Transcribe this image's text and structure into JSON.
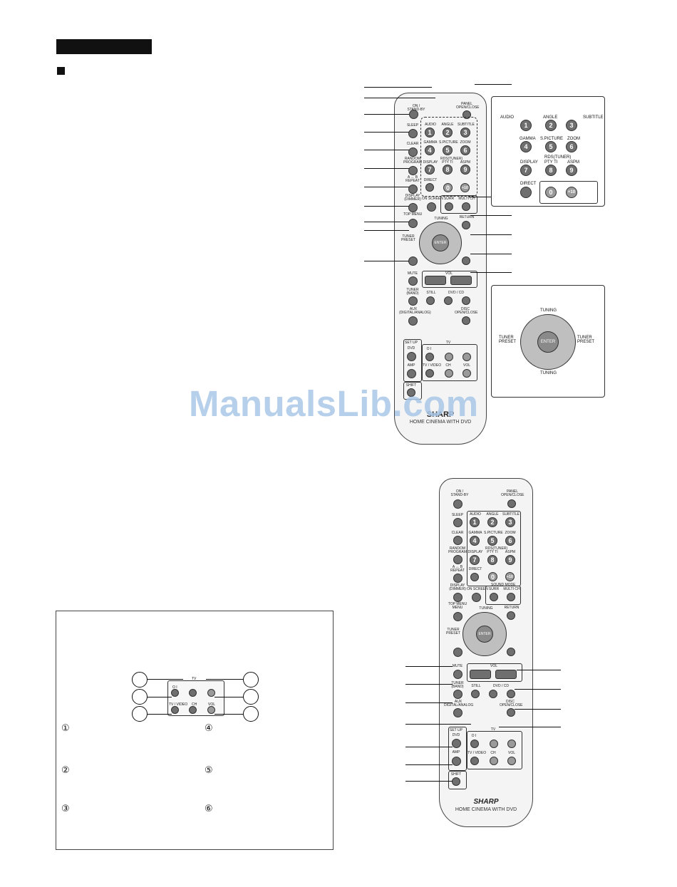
{
  "watermark": "ManualsLib.com",
  "remote_top": {
    "power_label": "ON / STAND-BY",
    "panel_label": "PANEL OPEN/CLOSE",
    "sleep": "SLEEP",
    "clear": "CLEAR",
    "random": "RANDOM PROGRAM",
    "repeat": "A ↔ B REPEAT",
    "display_dimmer": "DISPLAY (DIMMER)",
    "top_menu": "TOP MENU",
    "tuner_preset": "TUNER PRESET",
    "audio": "AUDIO",
    "angle": "ANGLE",
    "subtitle": "SUBTITLE",
    "gamma": "GAMMA",
    "spicture": "S.PICTURE",
    "zoom": "ZOOM",
    "rds": "RDS(TUNER)",
    "display": "DISPLAY",
    "ptyti": "PTY TI",
    "aspm": "ASPM",
    "direct": "DIRECT",
    "on_screen": "ON SCREEN",
    "surr": "SURR",
    "multi": "MULTI CH",
    "return": "RETURN",
    "tuning": "TUNING",
    "enter": "ENTER",
    "mute": "MUTE",
    "vol": "VOL",
    "tuner_band": "TUNER (BAND)",
    "still": "STILL",
    "dvd_cd": "DVD / CD",
    "aux": "AUX (DIGITAL/ANALOG)",
    "disc": "DISC OPEN/CLOSE",
    "setup": "SET UP",
    "dvd": "DVD",
    "amp": "AMP",
    "tv": "TV",
    "oi": "O I",
    "tvvideo": "TV / VIDEO",
    "ch": "CH",
    "shift": "SHIFT",
    "brand": "SHARP",
    "tagline": "HOME CINEMA WITH DVD",
    "nums": [
      "1",
      "2",
      "3",
      "4",
      "5",
      "6",
      "7",
      "8",
      "9",
      "0",
      "+10"
    ]
  },
  "zoom_keys": {
    "audio": "AUDIO",
    "angle": "ANGLE",
    "subtitle": "SUBTITLE",
    "gamma": "GAMMA",
    "spicture": "S.PICTURE",
    "zoom": "ZOOM",
    "rds": "RDS(TUNER)",
    "display": "DISPLAY",
    "ptyti": "PTY TI",
    "aspm": "ASPM",
    "direct": "DIRECT",
    "nums": [
      "1",
      "2",
      "3",
      "4",
      "5",
      "6",
      "7",
      "8",
      "9",
      "0",
      "+10"
    ]
  },
  "zoom_dpad": {
    "tuning_top": "TUNING",
    "tuning_bottom": "TUNING",
    "tuner_preset_left": "TUNER PRESET",
    "tuner_preset_right": "TUNER PRESET",
    "enter": "ENTER"
  },
  "remote_bottom": {
    "power_label": "ON / STAND-BY",
    "panel_label": "PANEL OPEN/CLOSE",
    "sleep": "SLEEP",
    "clear": "CLEAR",
    "random": "RANDOM PROGRAM",
    "repeat": "A ↔ B REPEAT",
    "display_dimmer": "DISPLAY (DIMMER)",
    "top_menu": "TOP MENU MENU",
    "tuner_preset": "TUNER PRESET",
    "audio": "AUDIO",
    "angle": "ANGLE",
    "subtitle": "SUBTITLE",
    "gamma": "GAMMA",
    "spicture": "S.PICTURE",
    "zoom": "ZOOM",
    "rds": "RDS(TUNER)",
    "display": "DISPLAY",
    "ptyti": "PTY TI",
    "aspm": "ASPM",
    "direct": "DIRECT",
    "on_screen": "ON SCREEN",
    "sound_mode": "SOUND MODE",
    "surr": "SURR",
    "multi": "MULTI CH",
    "return": "RETURN",
    "tuning": "TUNING",
    "enter": "ENTER",
    "mute": "MUTE",
    "vol": "VOL",
    "tuner_band": "TUNER (BAND)",
    "still": "STILL",
    "dvd_cd": "DVD / CD",
    "aux": "AUX DIGITAL/ANALOG",
    "disc": "DISC OPEN/CLOSE",
    "setup": "SET UP",
    "dvd": "DVD",
    "amp": "AMP",
    "tv": "TV",
    "oi": "O I",
    "tvvideo": "TV / VIDEO",
    "ch": "CH",
    "shift": "SHIFT",
    "brand": "SHARP",
    "tagline": "HOME CINEMA WITH DVD",
    "nums": [
      "1",
      "2",
      "3",
      "4",
      "5",
      "6",
      "7",
      "8",
      "9",
      "0",
      "+10"
    ]
  },
  "tv_section": {
    "tv_label": "TV",
    "oi": "O I",
    "tvvideo": "TV / VIDEO",
    "ch": "CH",
    "vol": "VOL",
    "items": [
      "①",
      "②",
      "③",
      "④",
      "⑤",
      "⑥"
    ]
  }
}
